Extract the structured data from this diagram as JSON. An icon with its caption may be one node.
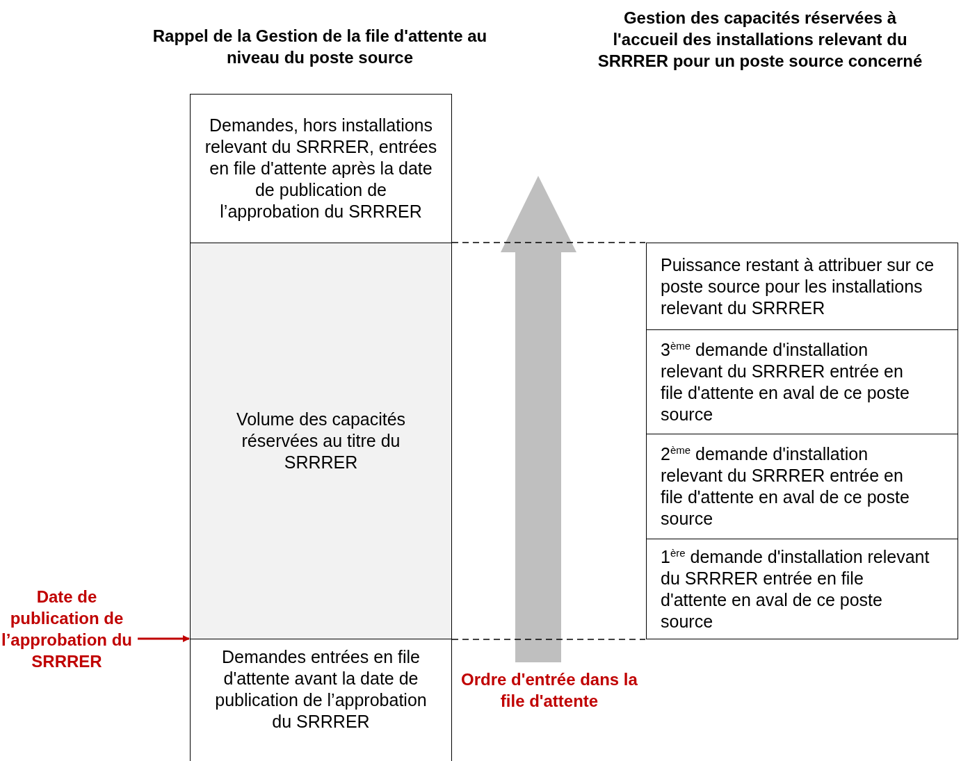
{
  "diagram": {
    "nodes": [
      {
        "text": [
          "Demandes, hors installations relevant du SRRRER, entrées en file d'attente après la date de publication de l’approbation du SRRRER"
        ]
      },
      {
        "text": [
          "Volume des capacités réservées au titre du SRRRER"
        ]
      },
      {
        "text": [
          "Demandes entrées en file d'attente avant la date de publication de l’approbation du SRRRER"
        ]
      },
      {
        "text": [
          "Date de publication de l’approbation du SRRRER"
        ]
      },
      {
        "text": [
          "Puissance restant à attribuer sur ce poste source pour les installations relevant du SRRRER"
        ]
      },
      {
        "text": [
          "3$^{ème}$ demande d'installation relevant du SRRRER entrée en file d'attente en aval de ce poste source"
        ]
      },
      {
        "text": [
          "2$^{ème}$ demande d'installation relevant du SRRRER entrée en file d'attente en aval de ce poste source"
        ]
      },
      {
        "text": [
          "1$^{ère}$ demande d'installation relevant du SRRRER entrée en file d'attente en aval de ce poste source"
        ]
      }
    ],
    "edges": [
      {
        "from": 3,
        "to": 2,
        "arrow": "to",
        "color": "#c00000"
      },
      {
        "from": 0,
        "to": 4,
        "arrow": "none",
        "style": "dashed"
      },
      {
        "from": 2,
        "to": 7,
        "arrow": "none",
        "style": "dashed"
      }
    ],
    "labels": [
      "Rappel de la Gestion de la file d'attente au niveau du poste source",
      "Gestion des capacités réservées à l'accueil des installations relevant du SRRRER pour un poste source concerné",
      "Ordre d'entrée dans la file d'attente"
    ]
  }
}
